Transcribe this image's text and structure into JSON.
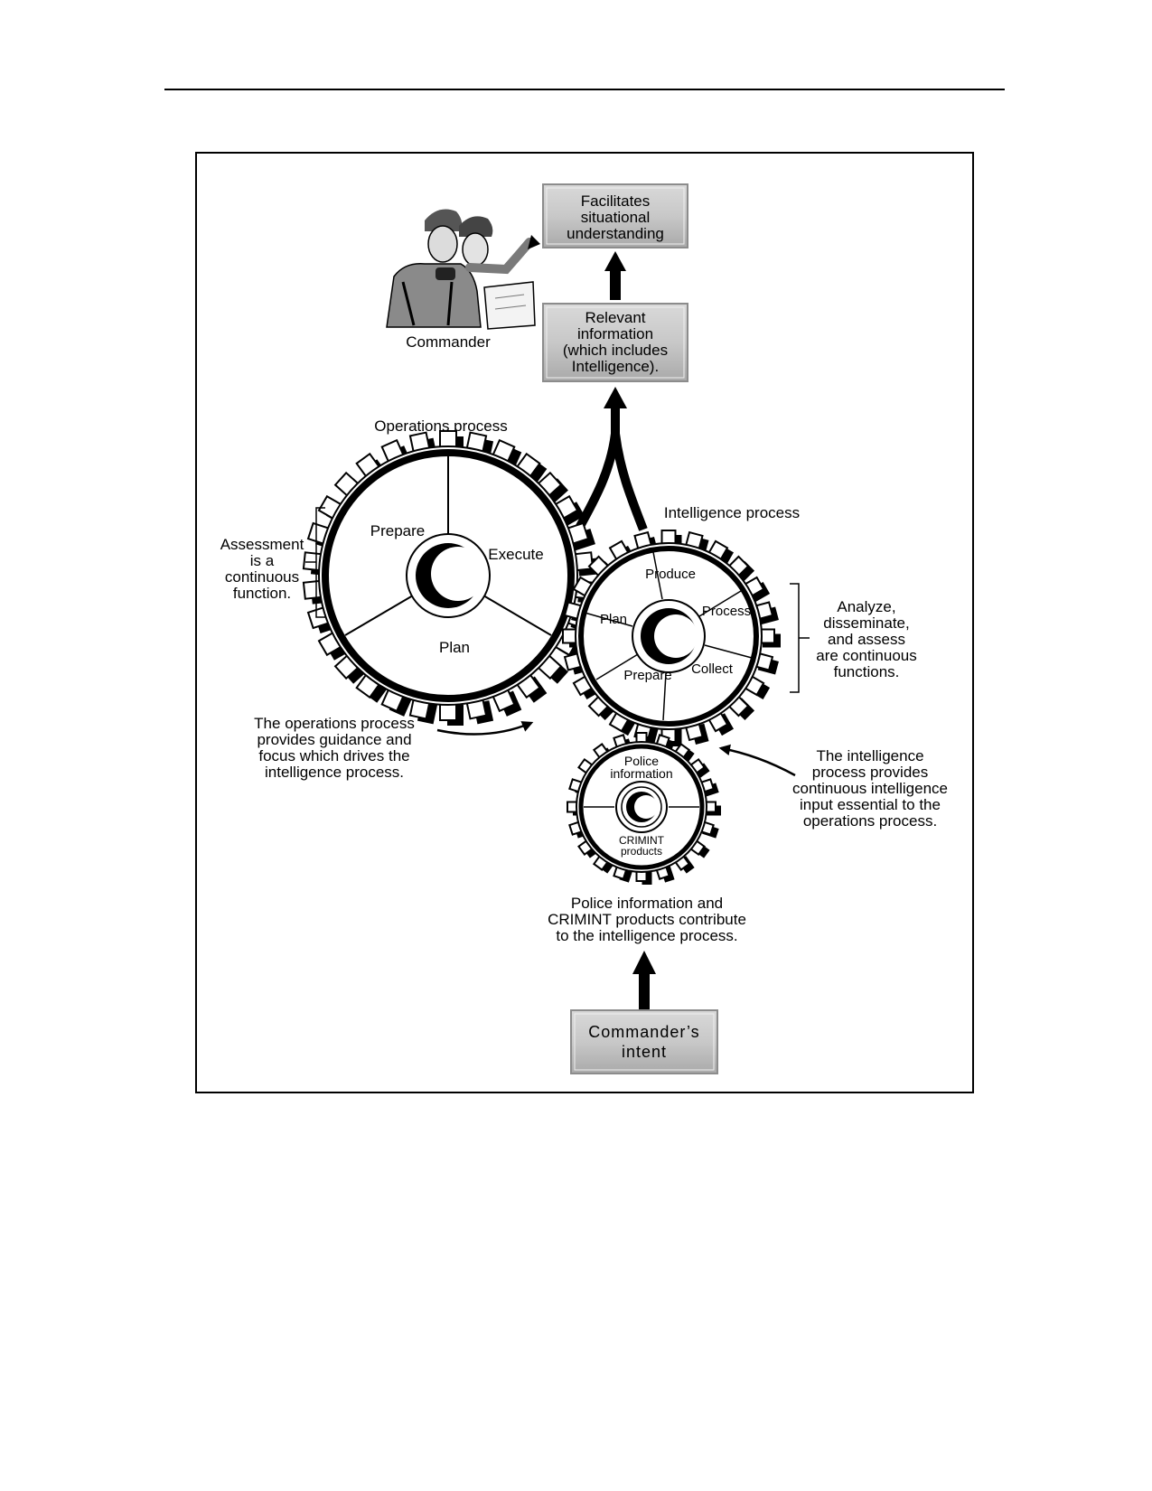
{
  "figure": {
    "top_boxes": {
      "facilitates": [
        "Facilitates",
        "situational",
        "understanding"
      ],
      "relevant_info": [
        "Relevant",
        "information",
        "(which includes",
        "Intelligence)."
      ]
    },
    "commander_label": "Commander",
    "operations_process": {
      "title": "Operations process",
      "segments": [
        "Prepare",
        "Execute",
        "Plan"
      ]
    },
    "intelligence_process": {
      "title": "Intelligence process",
      "segments": [
        "Produce",
        "Process",
        "Collect",
        "Prepare",
        "Plan"
      ]
    },
    "police_gear": {
      "top_label": [
        "Police",
        "information"
      ],
      "bottom_label": [
        "CRIMINT",
        "products"
      ]
    },
    "assessment_note": [
      "Assessment",
      "is a",
      "continuous",
      "function."
    ],
    "analyze_note": [
      "Analyze,",
      "disseminate,",
      "and assess",
      "are continuous",
      "functions."
    ],
    "operations_note": [
      "The operations process",
      "provides guidance and",
      "focus which drives the",
      "intelligence process."
    ],
    "intelligence_note": [
      "The intelligence",
      "process provides",
      "continuous intelligence",
      "input essential to the",
      "operations process."
    ],
    "police_note": [
      "Police information and",
      "CRIMINT products contribute",
      "to the intelligence process."
    ],
    "commanders_intent": [
      "Commander’s",
      "intent"
    ]
  }
}
